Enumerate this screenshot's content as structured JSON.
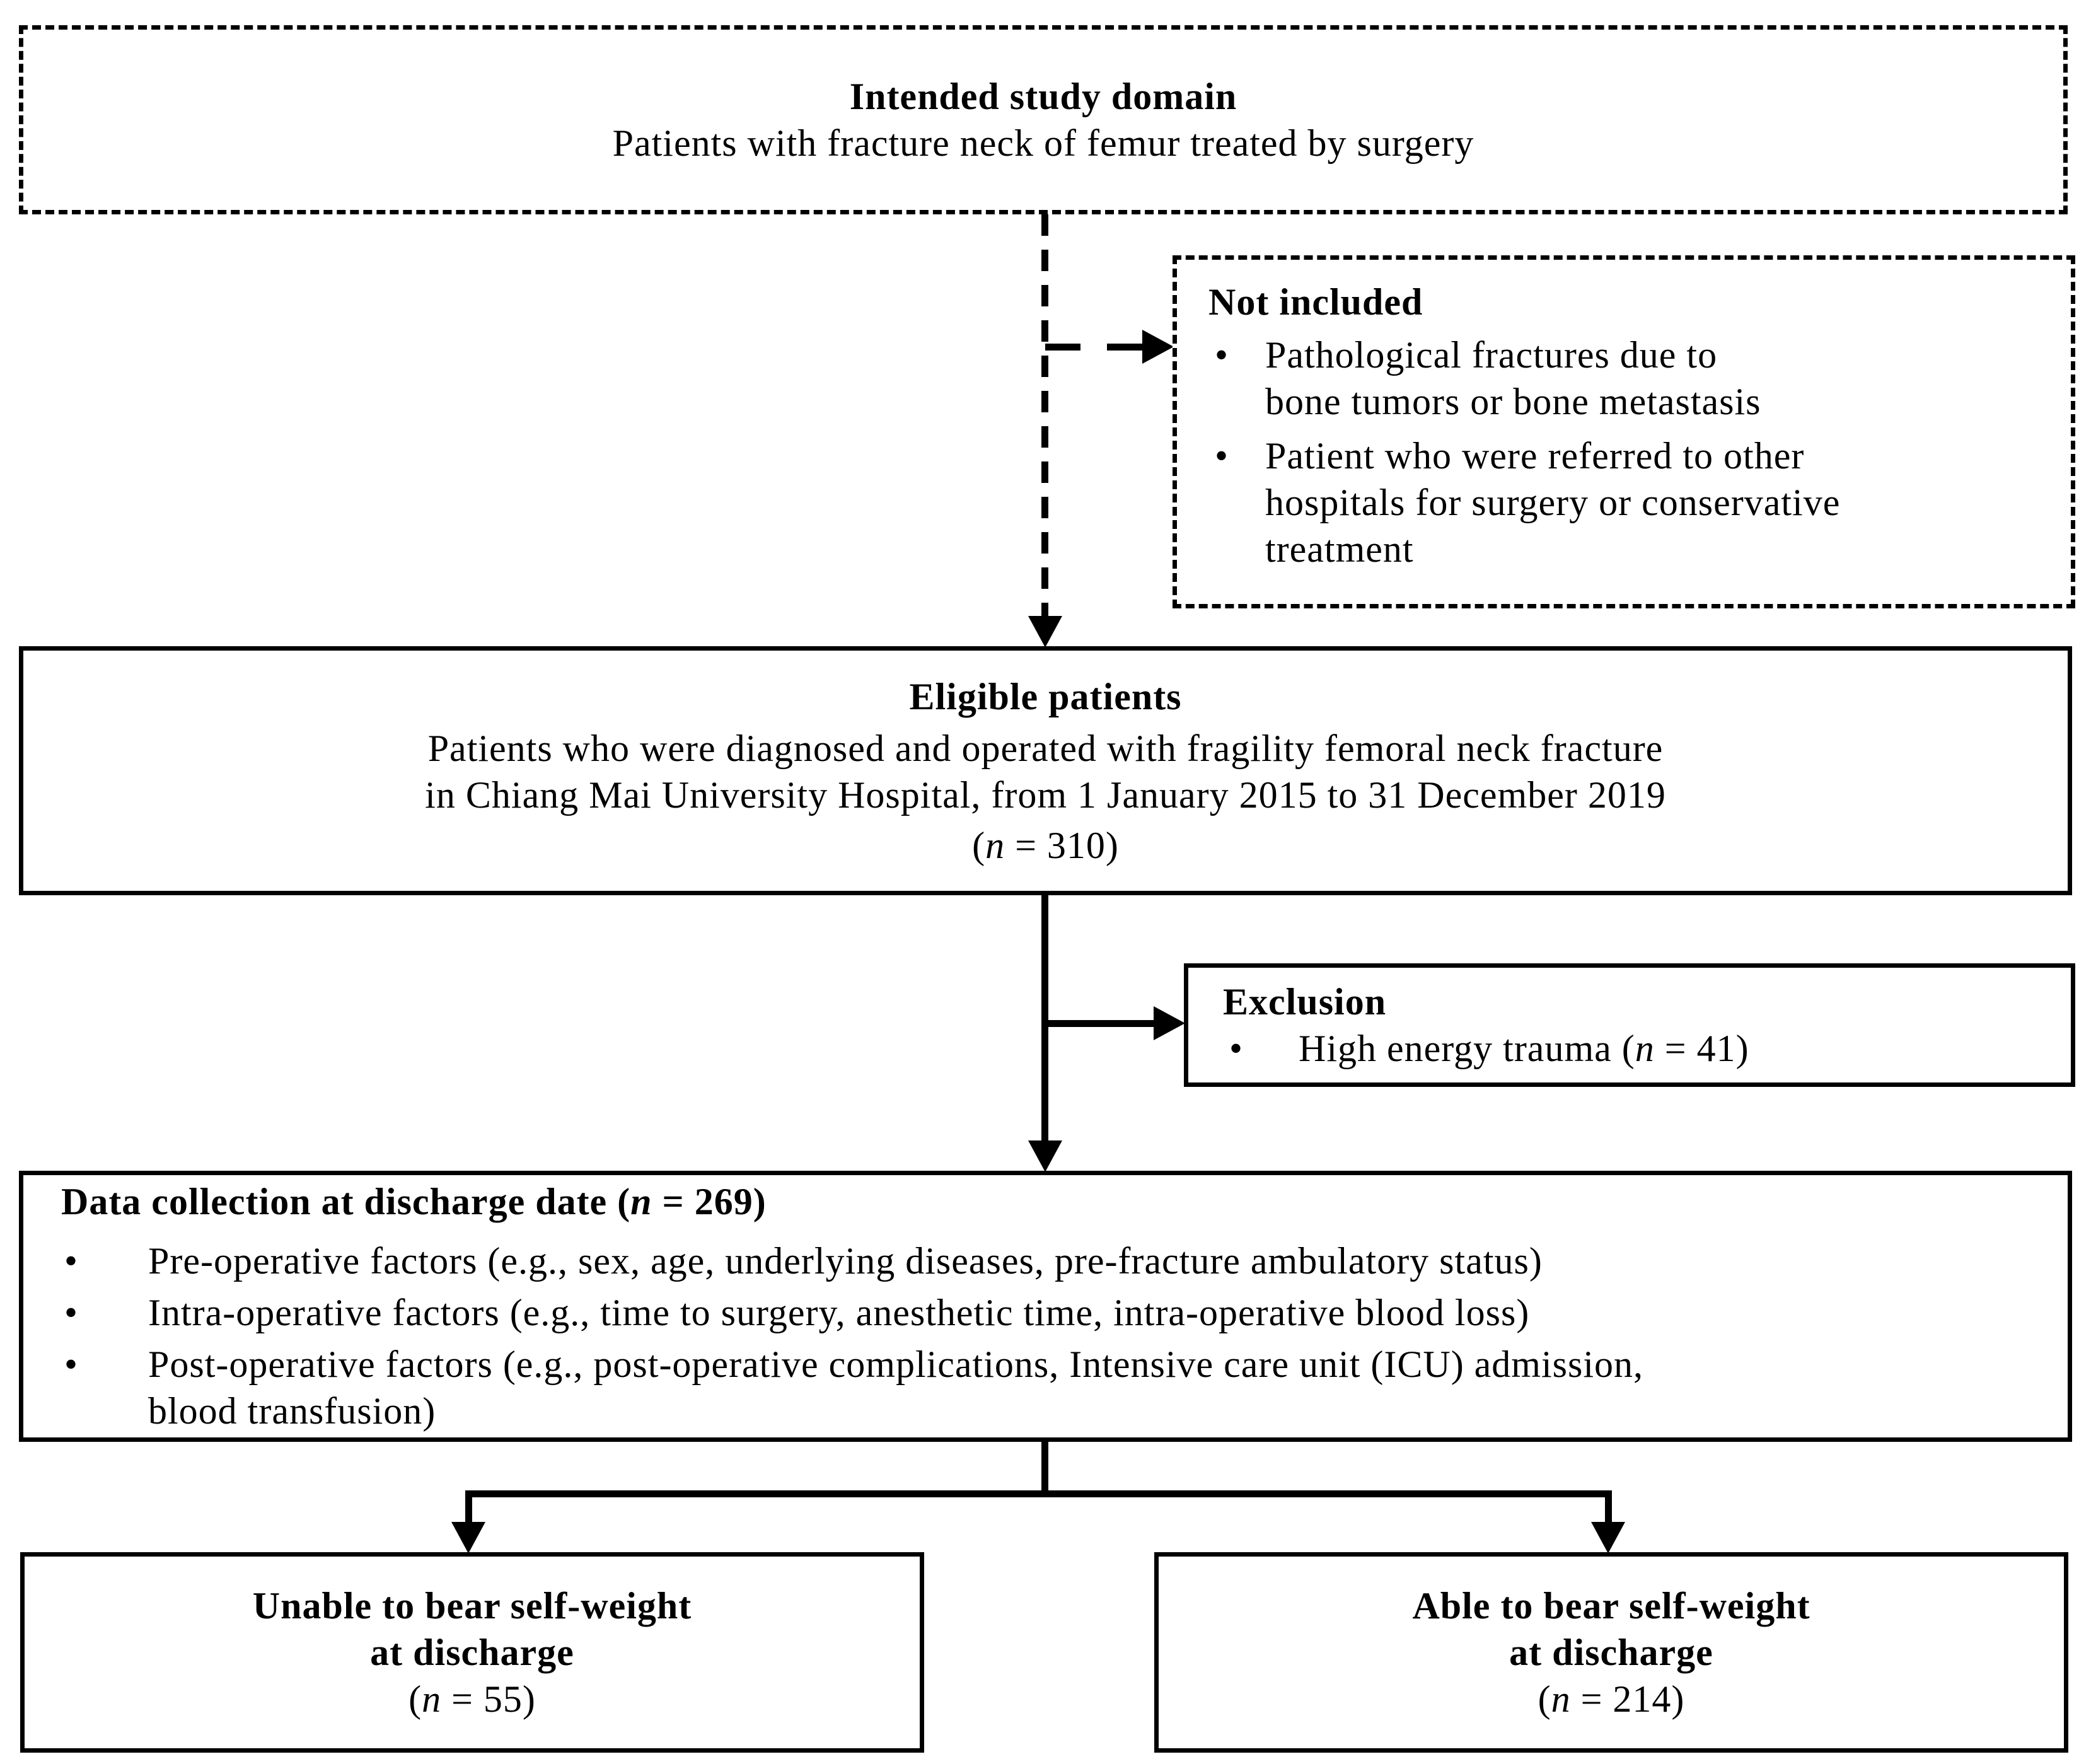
{
  "figure": {
    "bullet_char": "•",
    "colors": {
      "line": "#000000",
      "background": "#ffffff"
    },
    "intended": {
      "heading": "Intended study domain",
      "subtitle": "Patients with fracture neck of femur treated by surgery"
    },
    "not_included": {
      "heading": "Not included",
      "bullets": [
        [
          "Pathological fractures due to",
          "bone tumors or bone metastasis"
        ],
        [
          "Patient who were referred to other",
          "hospitals for surgery or conservative",
          "treatment"
        ]
      ]
    },
    "eligible": {
      "heading": "Eligible patients",
      "lines": [
        "Patients who were diagnosed and operated with fragility femoral neck fracture",
        "in Chiang Mai University Hospital, from 1 January 2015 to 31 December 2019"
      ],
      "n_label": {
        "pre": "(",
        "it": "n",
        "post": " = 310)"
      }
    },
    "exclusion": {
      "heading": "Exclusion",
      "bullet": {
        "pre": "High energy trauma (",
        "it": "n",
        "post": " = 41)"
      }
    },
    "data_collection": {
      "heading": {
        "pre": "Data collection at discharge date (",
        "it": "n",
        "post": " = 269)"
      },
      "bullets": [
        [
          "Pre-operative factors (e.g., sex, age, underlying diseases, pre-fracture ambulatory status)"
        ],
        [
          "Intra-operative factors (e.g., time to surgery, anesthetic time, intra-operative blood loss)"
        ],
        [
          "Post-operative factors (e.g., post-operative complications, Intensive care unit (ICU) admission,",
          "blood transfusion)"
        ]
      ]
    },
    "outcome_unable": {
      "heading_lines": [
        "Unable to bear self-weight",
        "at discharge"
      ],
      "n_label": {
        "pre": "(",
        "it": "n",
        "post": " = 55)"
      }
    },
    "outcome_able": {
      "heading_lines": [
        "Able to bear self-weight",
        "at discharge"
      ],
      "n_label": {
        "pre": "(",
        "it": "n",
        "post": " = 214)"
      }
    }
  }
}
